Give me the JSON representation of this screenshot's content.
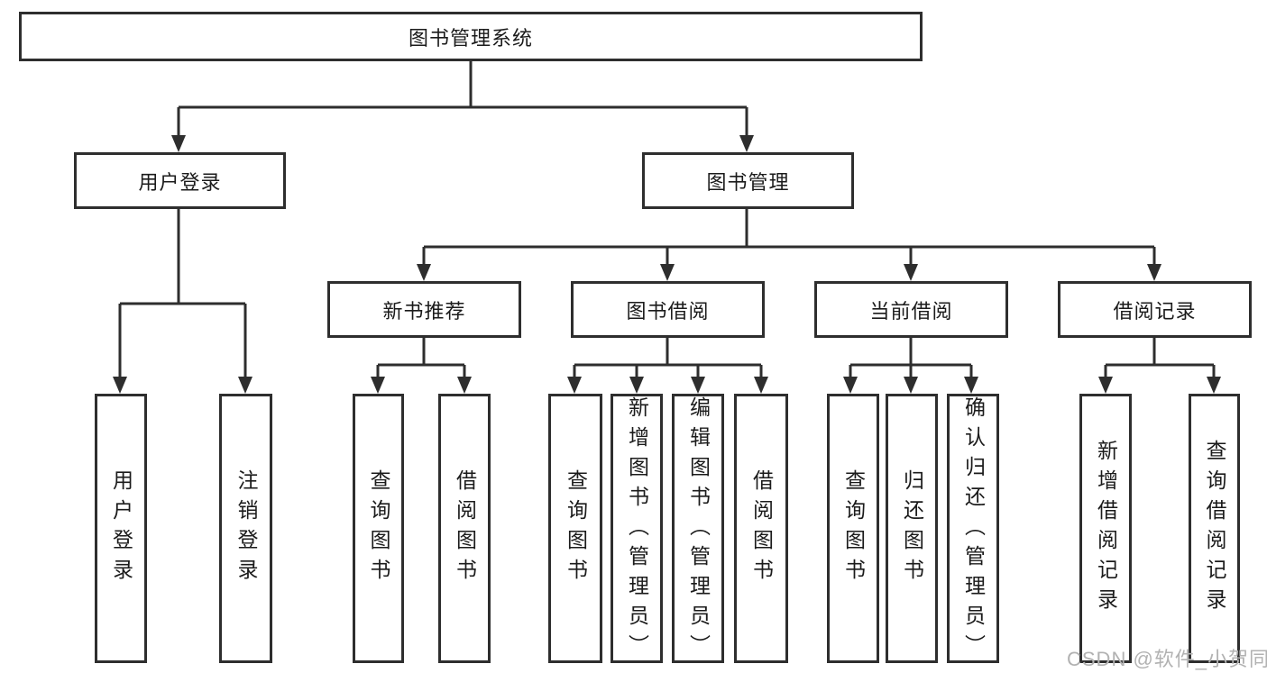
{
  "root": {
    "label": "图书管理系统"
  },
  "branches": {
    "user_login": {
      "label": "用户登录",
      "children": [
        {
          "label": "用户登录"
        },
        {
          "label": "注销登录"
        }
      ]
    },
    "book_mgmt": {
      "label": "图书管理",
      "sections": [
        {
          "label": "新书推荐",
          "children": [
            {
              "label": "查询图书"
            },
            {
              "label": "借阅图书"
            }
          ]
        },
        {
          "label": "图书借阅",
          "children": [
            {
              "label": "查询图书"
            },
            {
              "label": "新增图书（管理员）"
            },
            {
              "label": "编辑图书（管理员）"
            },
            {
              "label": "借阅图书"
            }
          ]
        },
        {
          "label": "当前借阅",
          "children": [
            {
              "label": "查询图书"
            },
            {
              "label": "归还图书"
            },
            {
              "label": "确认归还（管理员）"
            }
          ]
        },
        {
          "label": "借阅记录",
          "children": [
            {
              "label": "新增借阅记录"
            },
            {
              "label": "查询借阅记录"
            }
          ]
        }
      ]
    }
  },
  "watermark": "CSDN @软件_小贺同学",
  "colors": {
    "line": "#2e2e2e",
    "text": "#1b1b1b",
    "watermark": "#b2b2b2",
    "background": "#ffffff"
  }
}
